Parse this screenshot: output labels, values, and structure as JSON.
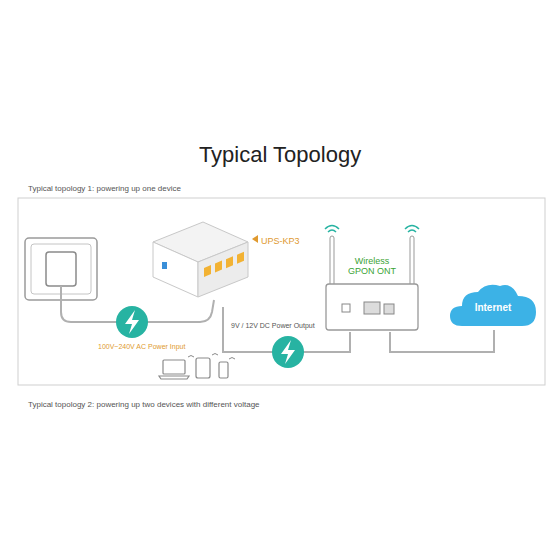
{
  "diagram": {
    "title": "Typical Topology",
    "nodes": [
      {
        "text": [
          "UPS-KP3"
        ]
      },
      {
        "text": [
          "Wireless GPON ONT"
        ]
      },
      {
        "text": [
          "Internet"
        ]
      }
    ],
    "edges": [
      {
        "from": 0,
        "to": 1,
        "arrow": "none",
        "label": "9V / 12V DC Power Output"
      },
      {
        "from": 1,
        "to": 2,
        "arrow": "none"
      }
    ],
    "labels": [
      "Typical topology 1: powering up one device",
      "100V~240V AC Power Input",
      "Typical topology 2: powering up two devices with different voltage"
    ]
  }
}
